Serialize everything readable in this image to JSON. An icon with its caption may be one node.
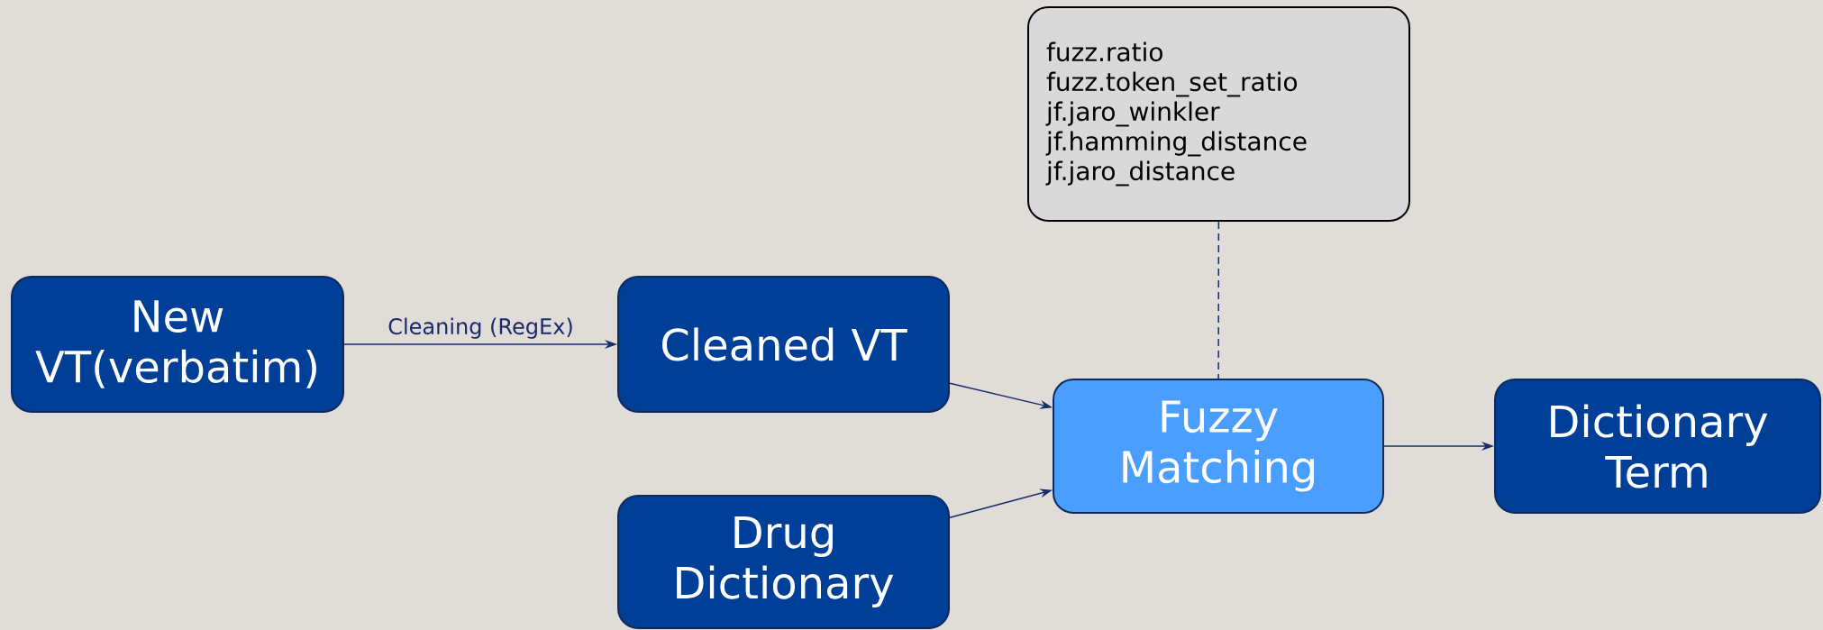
{
  "diagram": {
    "nodes": [
      {
        "text": [
          "New VT(verbatim)"
        ]
      },
      {
        "text": [
          "Cleaned VT"
        ]
      },
      {
        "text": [
          "Drug Dictionary"
        ]
      },
      {
        "text": [
          "fuzz.ratio",
          "fuzz.token_set_ratio",
          "jf.jaro_winkler",
          "jf.hamming_distance",
          "jf.jaro_distance"
        ]
      },
      {
        "text": [
          "Fuzzy Matching"
        ]
      },
      {
        "text": [
          "Dictionary Term"
        ]
      }
    ],
    "edges": [
      {
        "from": 0,
        "to": 1,
        "arrow": "to",
        "label": "Cleaning (RegEx)"
      },
      {
        "from": 1,
        "to": 4,
        "arrow": "to"
      },
      {
        "from": 2,
        "to": 4,
        "arrow": "to"
      },
      {
        "from": 3,
        "to": 4,
        "arrow": "none",
        "style": "dashed"
      },
      {
        "from": 4,
        "to": 5,
        "arrow": "to"
      }
    ]
  }
}
